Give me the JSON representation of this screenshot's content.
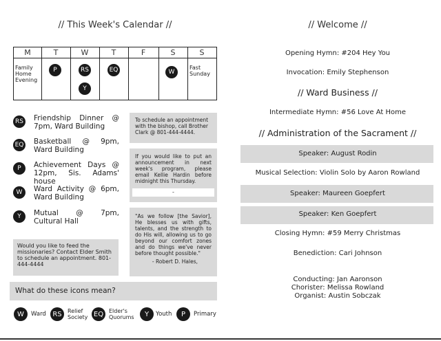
{
  "calendar": {
    "title": "// This Week's Calendar //",
    "days": [
      "M",
      "T",
      "W",
      "T",
      "F",
      "S",
      "S"
    ],
    "monday_note": "Family Home Evening",
    "sunday_note": "Fast Sunday",
    "badges": {
      "tue": "P",
      "wed_1": "RS",
      "wed_2": "Y",
      "thu": "EQ",
      "sat": "W"
    }
  },
  "events": [
    {
      "icon": "RS",
      "text": "Friendship Dinner @ 7pm, Ward Building"
    },
    {
      "icon": "EQ",
      "text": "Basketball @ 9pm, Ward Building"
    },
    {
      "icon": "P",
      "text": "Achievement Days @ 12pm, Sis. Adams' house"
    },
    {
      "icon": "W",
      "text": "Ward Activity @ 6pm, Ward Building"
    },
    {
      "icon": "Y",
      "text": "Mutual @ 7pm, Cultural Hall"
    }
  ],
  "boxes": {
    "missionaries": "Would you like to feed the missionaries? Contact Elder Smith to schedule an appointment. 801-444-4444",
    "bishop": "To schedule an appointment with the bishop, call Brother Clark @ 801-444-4444.",
    "announcement": "If you would like to put an announcement in next week's program, please email Kellie Hardin before midnight this Thursday.",
    "announcement_strip": "-",
    "quote": "\"As we follow [the Savior], He blesses us with gifts, talents, and the strength to do His will, allowing us to go beyond our comfort zones and do things we've never before thought possible.\"",
    "quote_author": "- Robert D. Hales,"
  },
  "legend": {
    "question": "What do these icons mean?",
    "items": [
      {
        "icon": "W",
        "label": "Ward"
      },
      {
        "icon": "RS",
        "label": "Relief Society"
      },
      {
        "icon": "EQ",
        "label": "Elder's Quorums"
      },
      {
        "icon": "Y",
        "label": "Youth"
      },
      {
        "icon": "P",
        "label": "Primary"
      }
    ]
  },
  "program": {
    "welcome_title": "// Welcome //",
    "opening_hymn": "Opening Hymn: #204 Hey You",
    "invocation": "Invocation: Emily Stephenson",
    "ward_business": "// Ward Business //",
    "intermediate_hymn": "Intermediate Hymn: #56 Love At Home",
    "sacrament": "// Administration of the Sacrament //",
    "speaker_1": "Speaker: August Rodin",
    "musical": "Musical Selection: Violin Solo by Aaron Rowland",
    "speaker_2": "Speaker: Maureen Goepfert",
    "speaker_3": "Speaker: Ken Goepfert",
    "closing_hymn": "Closing Hymn: #59 Merry Christmas",
    "benediction": "Benediction: Cari Johnson",
    "conducting": "Conducting: Jan Aaronson",
    "chorister": "Chorister: Melissa Rowland",
    "organist": "Organist: Austin Sobczak"
  },
  "colors": {
    "badge": "#1a1a1a",
    "box": "#d9d9d9"
  }
}
